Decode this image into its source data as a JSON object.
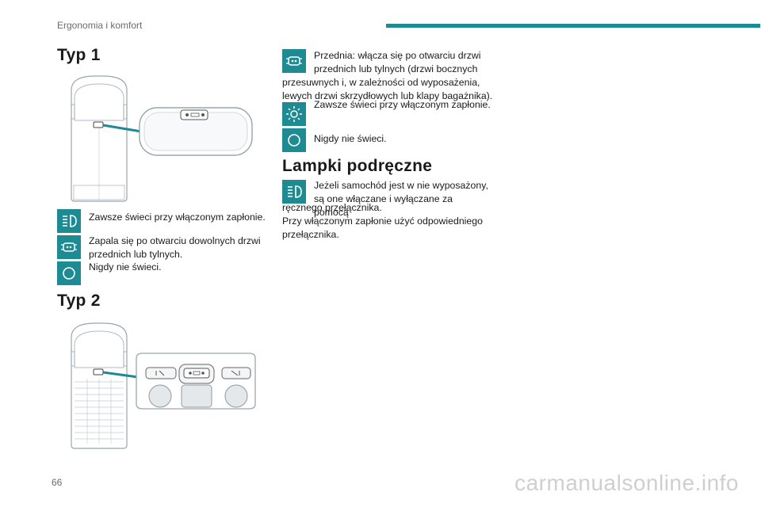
{
  "header": {
    "section": "Ergonomia i komfort",
    "accent": "#1e8a92"
  },
  "type1": {
    "title": "Typ 1",
    "items": [
      {
        "icon": "door-off-icon",
        "text": "Zawsze świeci przy włączonym zapłonie."
      },
      {
        "icon": "door-car-icon",
        "text": "Zapala się po otwarciu dowolnych drzwi przednich lub tylnych."
      },
      {
        "icon": "off-circle-icon",
        "text": "Nigdy nie świeci."
      }
    ]
  },
  "type2": {
    "title": "Typ 2"
  },
  "right": {
    "items": [
      {
        "icon": "door-car-icon",
        "text_first": "Przednia: włącza się po otwarciu drzwi przednich lub tylnych (drzwi bocznych",
        "text_rest": "przesuwnych i, w zależności od wyposażenia, lewych drzwi skrzydłowych lub klapy bagażnika)."
      },
      {
        "icon": "sun-icon",
        "text": "Zawsze świeci przy włączonym zapłonie."
      },
      {
        "icon": "off-circle-icon",
        "text": "Nigdy nie świeci."
      }
    ]
  },
  "reading_lamps": {
    "title": "Lampki podręczne",
    "icon": "lamp-on-icon",
    "text_first": "Jeżeli samochód jest w nie wyposażony, są one włączane i wyłączane za pomocą",
    "text_rest": "ręcznego przełącznika.",
    "text_second": "Przy włączonym zapłonie użyć odpowiedniego przełącznika."
  },
  "footer": {
    "page_number": "66",
    "watermark": "carmanualsonline.info"
  }
}
